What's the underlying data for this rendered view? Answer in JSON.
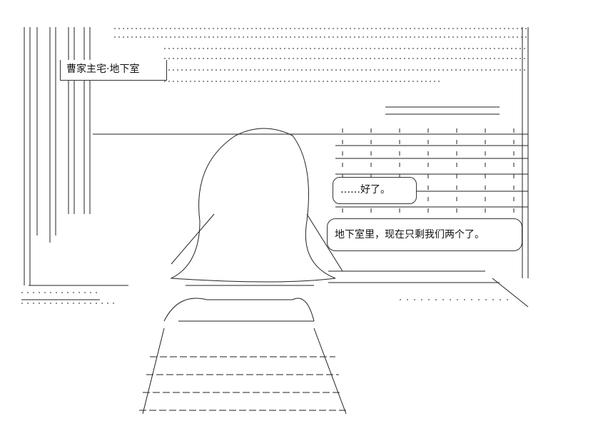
{
  "location_label": "曹家主宅·地下室",
  "dialogue": [
    {
      "text": "……好了。"
    },
    {
      "text": "地下室里，现在只剩我们两个了。"
    }
  ],
  "colors": {
    "ink": "#000000",
    "background": "#ffffff"
  }
}
